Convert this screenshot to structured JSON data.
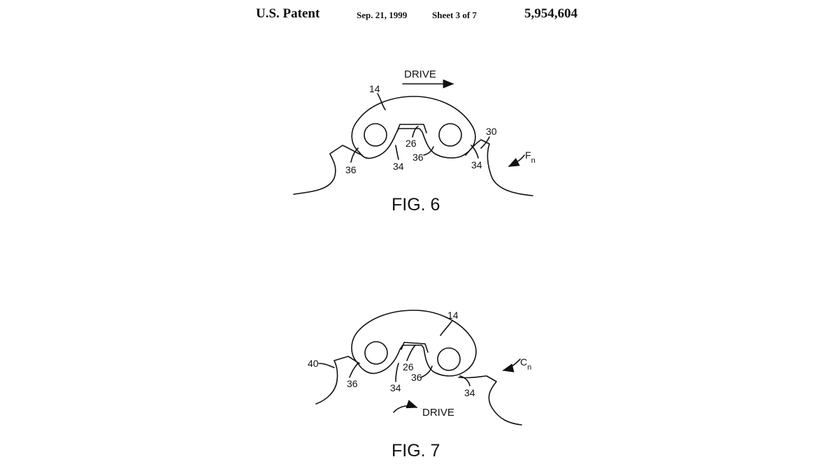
{
  "header": {
    "patent_label": "U.S. Patent",
    "date": "Sep. 21, 1999",
    "sheet": "Sheet 3 of 7",
    "number": "5,954,604"
  },
  "fig6": {
    "caption": "FIG. 6",
    "drive": "DRIVE",
    "force": "F",
    "force_sub": "n",
    "refs": {
      "r14": "14",
      "r30": "30",
      "r26": "26",
      "r36a": "36",
      "r34a": "34",
      "r36b": "36",
      "r34b": "34"
    }
  },
  "fig7": {
    "caption": "FIG. 7",
    "drive": "DRIVE",
    "force": "C",
    "force_sub": "n",
    "refs": {
      "r14": "14",
      "r40": "40",
      "r26": "26",
      "r36a": "36",
      "r34a": "34",
      "r36b": "36",
      "r34b": "34"
    }
  }
}
